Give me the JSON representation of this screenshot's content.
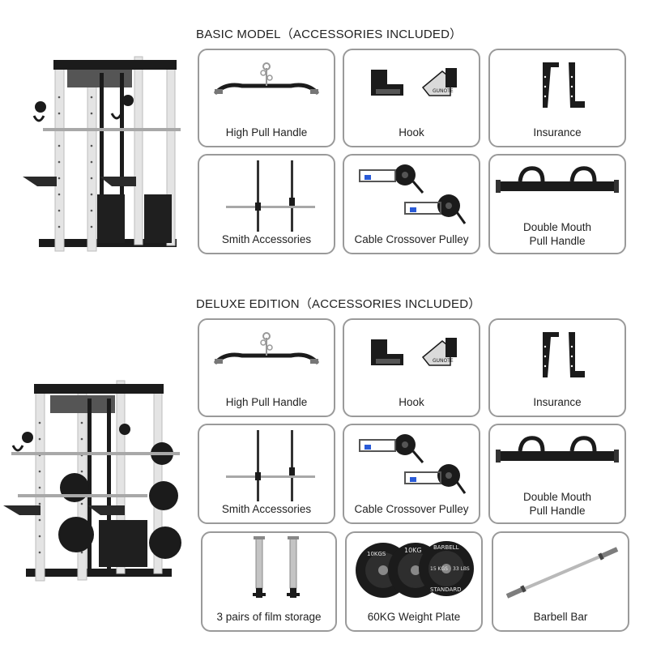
{
  "basic": {
    "title": "BASIC MODEL（ACCESSORIES INCLUDED）",
    "items": [
      {
        "label": "High Pull Handle",
        "icon": "lat-pull-bar-icon"
      },
      {
        "label": "Hook",
        "icon": "j-hook-icon"
      },
      {
        "label": "Insurance",
        "icon": "safety-arm-icon"
      },
      {
        "label": "Smith Accessories",
        "icon": "smith-bar-icon"
      },
      {
        "label": "Cable Crossover Pulley",
        "icon": "pulley-icon"
      },
      {
        "label": "Double Mouth Pull Handle",
        "label_line1": "Double Mouth",
        "label_line2": "Pull Handle",
        "icon": "double-handle-icon"
      }
    ]
  },
  "deluxe": {
    "title": "DELUXE EDITION（ACCESSORIES INCLUDED）",
    "items": [
      {
        "label": "High Pull Handle",
        "icon": "lat-pull-bar-icon"
      },
      {
        "label": "Hook",
        "icon": "j-hook-icon"
      },
      {
        "label": "Insurance",
        "icon": "safety-arm-icon"
      },
      {
        "label": "Smith Accessories",
        "icon": "smith-bar-icon"
      },
      {
        "label": "Cable Crossover Pulley",
        "icon": "pulley-icon"
      },
      {
        "label": "Double Mouth Pull Handle",
        "label_line1": "Double Mouth",
        "label_line2": "Pull Handle",
        "icon": "double-handle-icon"
      },
      {
        "label": "3 pairs of film storage",
        "icon": "plate-storage-pegs-icon"
      },
      {
        "label": "60KG Weight Plate",
        "icon": "weight-plates-icon"
      },
      {
        "label": "Barbell Bar",
        "icon": "barbell-icon"
      }
    ]
  },
  "hook_brand": "GUNOTE",
  "plate_labels": [
    "10KG",
    "BARBELL",
    "15 KGS",
    "33 LBS",
    "STANDARD",
    "10KGS"
  ],
  "colors": {
    "frame": "#e4e4e4",
    "steel": "#1b1b1b",
    "border": "#9a9a9a",
    "chrome": "#b9b9b9"
  }
}
